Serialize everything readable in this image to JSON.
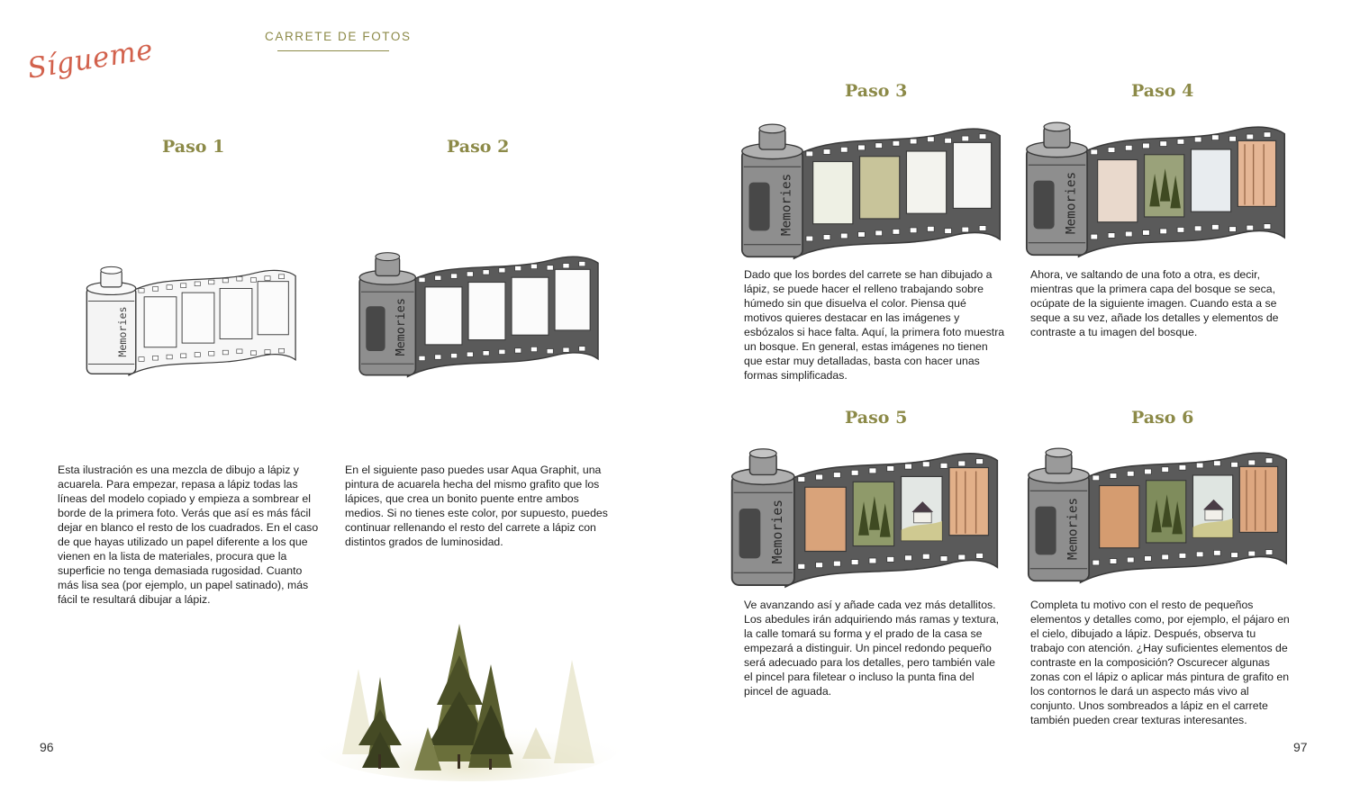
{
  "header": {
    "brand": "Sígueme",
    "running_title": "CARRETE DE FOTOS"
  },
  "steps": [
    {
      "title": "Paso 1",
      "canister_label": "Memories",
      "text": "Esta ilustración es una mezcla de dibujo a lápiz y acuarela. Para empezar, repasa a lápiz todas las líneas del modelo copiado y empieza a sombrear el borde de la primera foto. Verás que así es más fácil dejar en blanco el resto de los cuadrados. En el caso de que hayas utilizado un papel diferente a los que vienen en la lista de materiales, procura que la superficie no tenga demasiada rugosidad. Cuanto más lisa sea (por ejemplo, un papel satinado), más fácil te resultará dibujar a lápiz."
    },
    {
      "title": "Paso 2",
      "canister_label": "Memories",
      "text": "En el siguiente paso puedes usar Aqua Graphit, una pintura de acuarela hecha del mismo grafito que los lápices, que crea un bonito puente entre ambos medios. Si no tienes este color, por supuesto, puedes continuar rellenando el resto del carrete a lápiz con distintos grados de luminosidad."
    },
    {
      "title": "Paso 3",
      "canister_label": "Memories",
      "text": "Dado que los bordes del carrete se han dibujado a lápiz, se puede hacer el relleno trabajando sobre húmedo sin que disuelva el color. Piensa qué motivos quieres destacar en las imágenes y esbózalos si hace falta. Aquí, la primera foto muestra un bosque. En general, estas imágenes no tienen que estar muy detalladas, basta con hacer unas formas simplificadas."
    },
    {
      "title": "Paso 4",
      "canister_label": "Memories",
      "text": "Ahora, ve saltando de una foto a otra, es decir, mientras que la primera capa del bosque se seca, ocúpate de la siguiente imagen. Cuando esta a se seque a su vez, añade los detalles y elementos de contraste a tu imagen del bosque."
    },
    {
      "title": "Paso 5",
      "canister_label": "Memories",
      "text": "Ve avanzando así y añade cada vez más detallitos. Los abedules irán adquiriendo más ramas y textura, la calle tomará su forma y el prado de la casa se empezará a distinguir. Un pincel redondo pequeño será adecuado para los detalles, pero también vale el pincel para filetear o incluso la punta fina del pincel de aguada."
    },
    {
      "title": "Paso 6",
      "canister_label": "Memories",
      "text": "Completa tu motivo con el resto de pequeños elementos y detalles como, por ejemplo, el pájaro en el cielo, dibujado a lápiz. Después, observa tu trabajo con atención. ¿Hay suficientes elementos de contraste en la composición? Oscurecer algunas zonas con el lápiz o aplicar más pintura de grafito en los contornos le dará un aspecto más vivo al conjunto. Unos sombreados a lápiz en el carrete también pueden crear texturas interesantes."
    }
  ],
  "page_numbers": {
    "left": "96",
    "right": "97"
  },
  "colors": {
    "accent": "#8c8a48",
    "brand": "#d2614c",
    "text": "#1e1e1e"
  },
  "icons": {
    "film_roll": "film-roll-illustration",
    "trees": "watercolor-pine-trees"
  }
}
